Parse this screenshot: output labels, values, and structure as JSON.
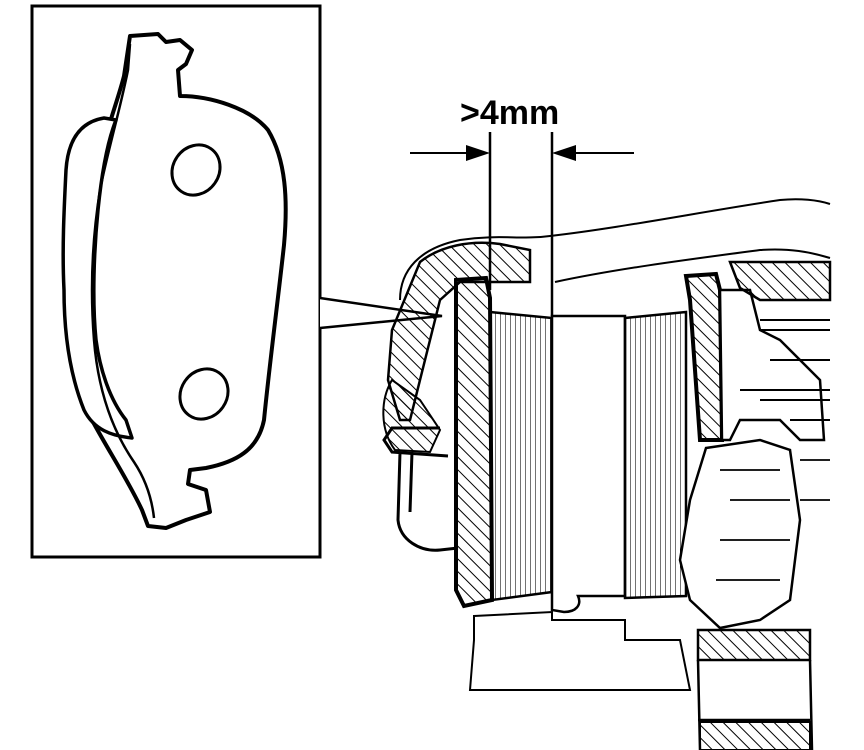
{
  "dimension": {
    "label": ">4mm"
  },
  "parts": {
    "inset": "brake-pad-detail",
    "main": "caliper-cross-section"
  },
  "colors": {
    "line": "#000000",
    "background": "#ffffff"
  }
}
